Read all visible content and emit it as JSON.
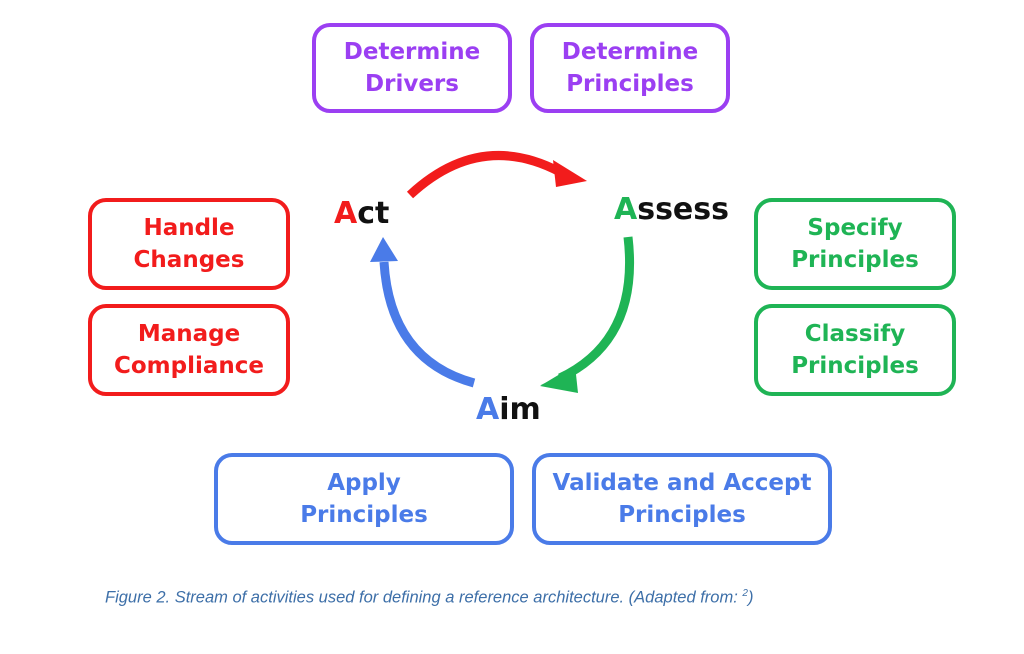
{
  "colors": {
    "act": "#f21c1c",
    "assess": "#1fb455",
    "aim": "#4a7be8",
    "determine": "#9b3ff2",
    "caption": "#3d6fa8"
  },
  "boxes": {
    "determine_drivers": [
      "Determine",
      "Drivers"
    ],
    "determine_principles": [
      "Determine",
      "Principles"
    ],
    "handle_changes": [
      "Handle",
      "Changes"
    ],
    "manage_compliance": [
      "Manage",
      "Compliance"
    ],
    "specify_principles": [
      "Specify",
      "Principles"
    ],
    "classify_principles": [
      "Classify",
      "Principles"
    ],
    "apply_principles": [
      "Apply",
      "Principles"
    ],
    "validate_accept": [
      "Validate and Accept",
      "Principles"
    ]
  },
  "phases": {
    "act": {
      "initial": "A",
      "rest": "ct"
    },
    "assess": {
      "initial": "A",
      "rest": "ssess"
    },
    "aim": {
      "initial": "A",
      "rest": "im"
    }
  },
  "caption": {
    "text": "Figure 2. Stream of activities used for defining a reference architecture. (Adapted from: ",
    "sup": "2",
    "close": ")"
  }
}
